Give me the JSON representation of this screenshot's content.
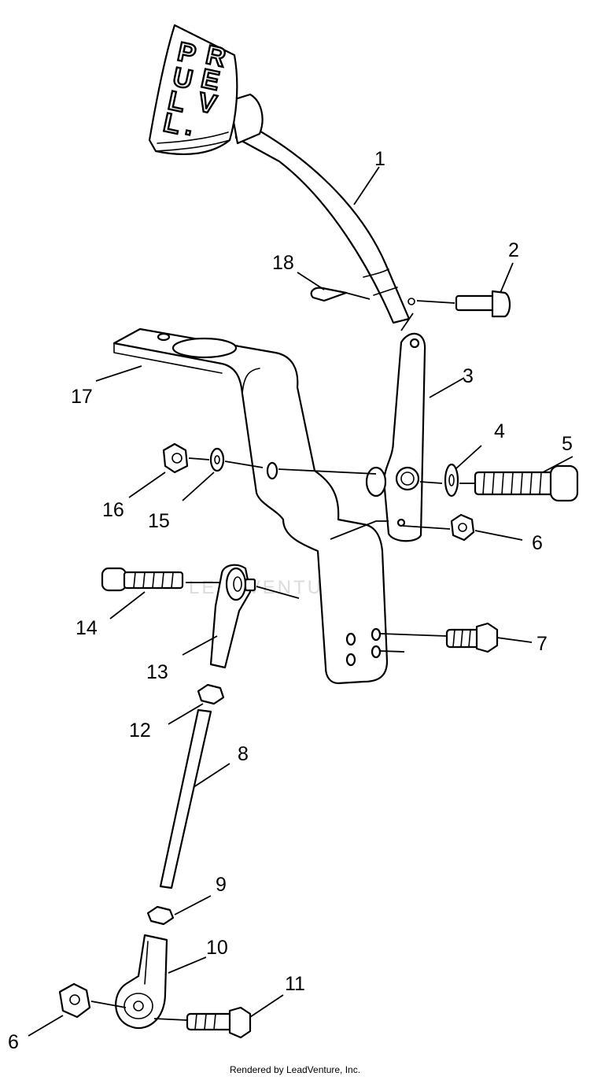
{
  "pedal": {
    "letters": [
      "P",
      "U",
      "L",
      "L",
      ".",
      "R",
      "E",
      "V"
    ]
  },
  "watermark": "LEADVENTURE",
  "footer": "Rendered by LeadVenture, Inc.",
  "callouts": [
    {
      "id": "1",
      "label": "1"
    },
    {
      "id": "2",
      "label": "2"
    },
    {
      "id": "3",
      "label": "3"
    },
    {
      "id": "4",
      "label": "4"
    },
    {
      "id": "5",
      "label": "5"
    },
    {
      "id": "6a",
      "label": "6"
    },
    {
      "id": "7",
      "label": "7"
    },
    {
      "id": "8",
      "label": "8"
    },
    {
      "id": "9",
      "label": "9"
    },
    {
      "id": "10",
      "label": "10"
    },
    {
      "id": "11",
      "label": "11"
    },
    {
      "id": "6b",
      "label": "6"
    },
    {
      "id": "12",
      "label": "12"
    },
    {
      "id": "13",
      "label": "13"
    },
    {
      "id": "14",
      "label": "14"
    },
    {
      "id": "15",
      "label": "15"
    },
    {
      "id": "16",
      "label": "16"
    },
    {
      "id": "17",
      "label": "17"
    },
    {
      "id": "18",
      "label": "18"
    }
  ]
}
